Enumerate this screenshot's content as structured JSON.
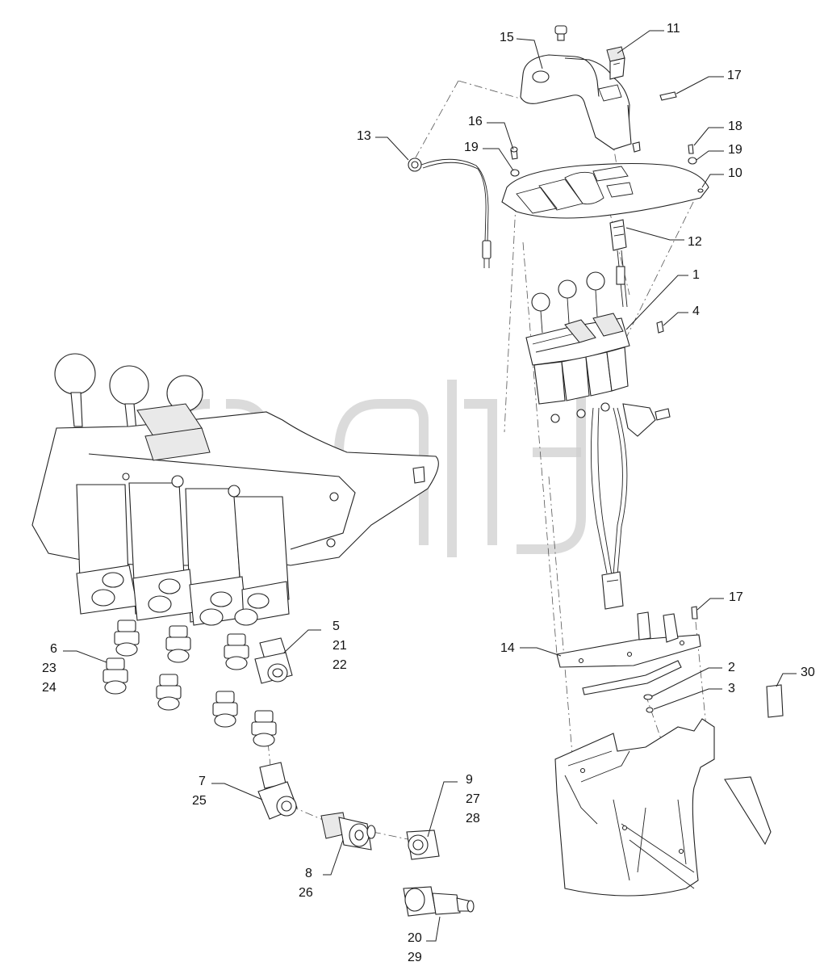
{
  "diagram": {
    "callouts": [
      {
        "id": "c15",
        "lines": [
          "15"
        ]
      },
      {
        "id": "c11",
        "lines": [
          "11"
        ]
      },
      {
        "id": "c17a",
        "lines": [
          "17"
        ]
      },
      {
        "id": "c16",
        "lines": [
          "16"
        ]
      },
      {
        "id": "c13",
        "lines": [
          "13"
        ]
      },
      {
        "id": "c18",
        "lines": [
          "18"
        ]
      },
      {
        "id": "c19a",
        "lines": [
          "19"
        ]
      },
      {
        "id": "c19b",
        "lines": [
          "19"
        ]
      },
      {
        "id": "c10",
        "lines": [
          "10"
        ]
      },
      {
        "id": "c12",
        "lines": [
          "12"
        ]
      },
      {
        "id": "c1",
        "lines": [
          "1"
        ]
      },
      {
        "id": "c4",
        "lines": [
          "4"
        ]
      },
      {
        "id": "c17b",
        "lines": [
          "17"
        ]
      },
      {
        "id": "c14",
        "lines": [
          "14"
        ]
      },
      {
        "id": "c2",
        "lines": [
          "2"
        ]
      },
      {
        "id": "c3",
        "lines": [
          "3"
        ]
      },
      {
        "id": "c30",
        "lines": [
          "30"
        ]
      },
      {
        "id": "c5",
        "lines": [
          "5",
          "21",
          "22"
        ]
      },
      {
        "id": "c6",
        "lines": [
          "6",
          "23",
          "24"
        ]
      },
      {
        "id": "c7",
        "lines": [
          "7",
          "25"
        ]
      },
      {
        "id": "c9",
        "lines": [
          "9",
          "27",
          "28"
        ]
      },
      {
        "id": "c8",
        "lines": [
          "8",
          "26"
        ]
      },
      {
        "id": "c20",
        "lines": [
          "20",
          "29"
        ]
      }
    ]
  }
}
